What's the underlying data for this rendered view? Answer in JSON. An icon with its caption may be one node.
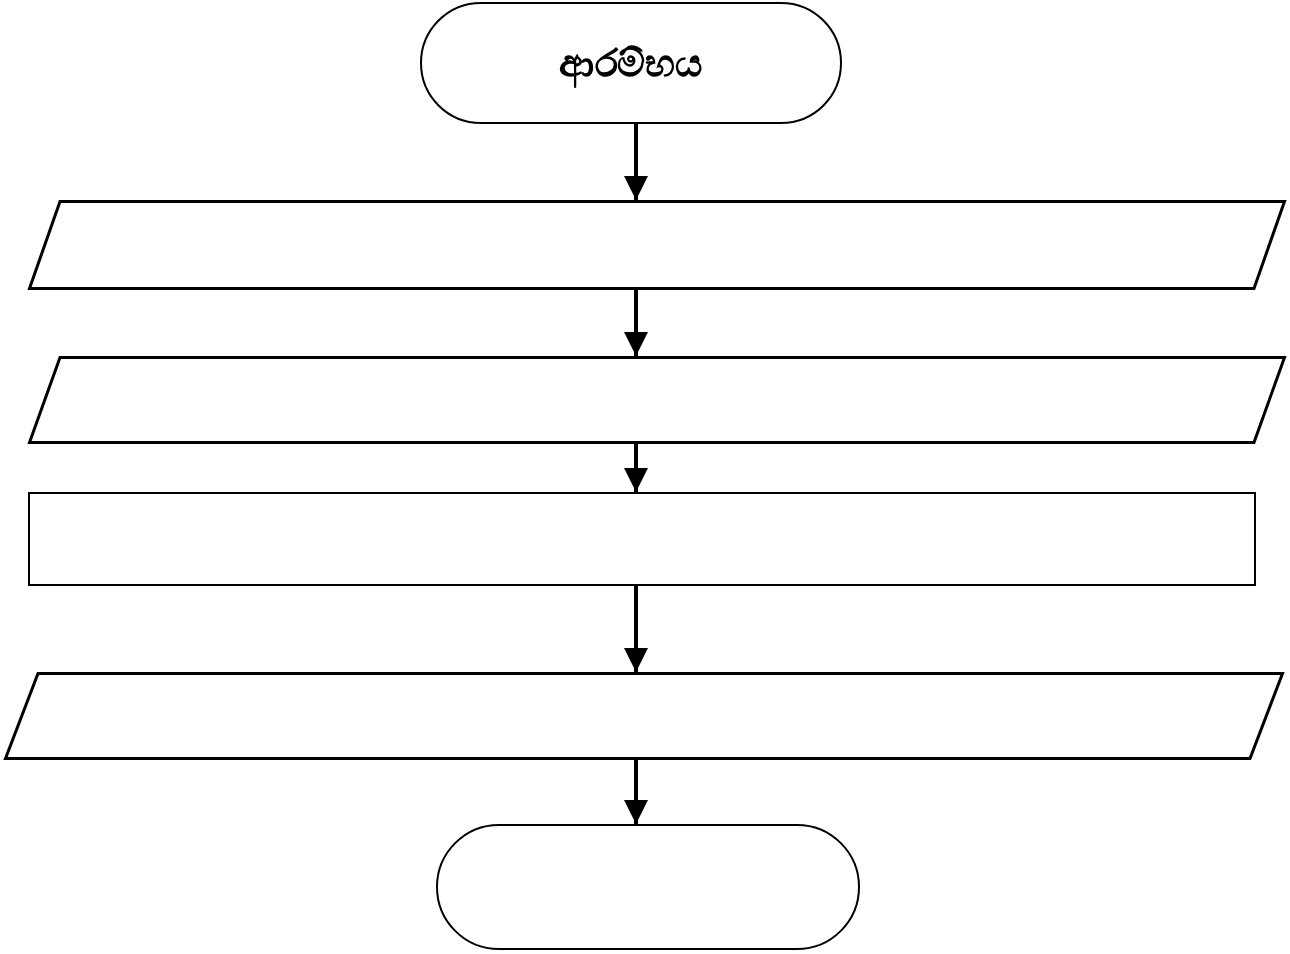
{
  "diagram": {
    "nodes": [
      {
        "text": [
          "ආරම්භය"
        ]
      },
      {
        "text": [],
        "shape": "parallelogram"
      },
      {
        "text": [],
        "shape": "parallelogram"
      },
      {
        "text": [],
        "shape": "box"
      },
      {
        "text": [],
        "shape": "parallelogram"
      },
      {
        "text": [],
        "shape": "oval"
      }
    ],
    "edges": [
      {
        "from": 0,
        "to": 1,
        "arrow": "to"
      },
      {
        "from": 1,
        "to": 2,
        "arrow": "to"
      },
      {
        "from": 2,
        "to": 3,
        "arrow": "to"
      },
      {
        "from": 3,
        "to": 4,
        "arrow": "to"
      },
      {
        "from": 4,
        "to": 5,
        "arrow": "to"
      }
    ]
  }
}
